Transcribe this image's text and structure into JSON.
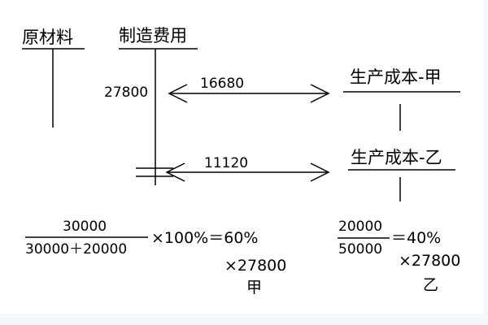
{
  "accounts": {
    "raw_material": "原材料",
    "manufacturing_overhead": "制造费用",
    "production_cost_a": "生产成本-甲",
    "production_cost_b": "生产成本-乙"
  },
  "overhead_debit": "27800",
  "transfers": {
    "to_a": "16680",
    "to_b": "11120"
  },
  "calc_a": {
    "numerator": "30000",
    "denominator": "30000＋20000",
    "result": "×100%＝60%",
    "multiply": "×27800",
    "product": "甲"
  },
  "calc_b": {
    "numerator": "20000",
    "denominator": "50000",
    "result": "＝40%",
    "multiply": "×27800",
    "product": "乙"
  }
}
